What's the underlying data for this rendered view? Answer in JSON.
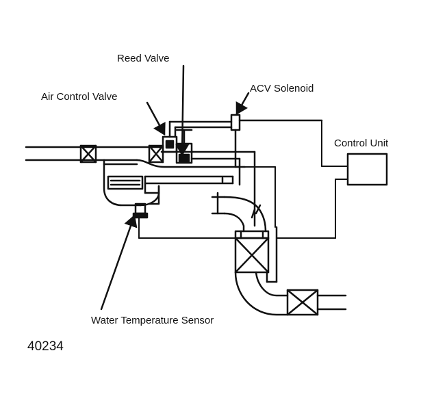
{
  "labels": {
    "reed_valve": "Reed Valve",
    "air_control_valve": "Air Control Valve",
    "acv_solenoid": "ACV Solenoid",
    "control_unit": "Control Unit",
    "water_temperature_sensor": "Water Temperature Sensor"
  },
  "figure_number": "40234",
  "colors": {
    "ink": "#111111",
    "paper": "#ffffff"
  }
}
